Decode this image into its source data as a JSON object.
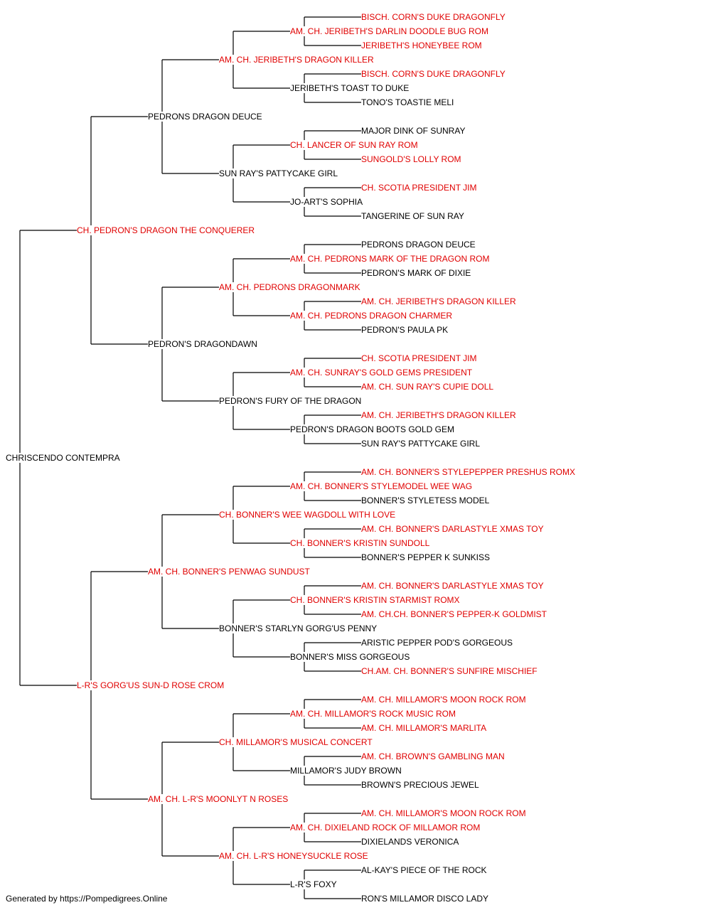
{
  "colors": {
    "titled": "#e00000",
    "plain": "#000000",
    "connector": "#000000"
  },
  "footer": "Generated by https://Pompedigrees.Online",
  "pedigree": {
    "name": "CHRISCENDO CONTEMPRA",
    "titled": false,
    "sire": {
      "name": "CH. PEDRON'S DRAGON THE CONQUERER",
      "titled": true,
      "sire": {
        "name": "PEDRONS DRAGON DEUCE",
        "titled": false,
        "sire": {
          "name": "AM. CH. JERIBETH'S DRAGON KILLER",
          "titled": true,
          "sire": {
            "name": "AM. CH. JERIBETH'S DARLIN DOODLE BUG ROM",
            "titled": true,
            "sire": {
              "name": "BISCH. CORN'S DUKE DRAGONFLY",
              "titled": true
            },
            "dam": {
              "name": "JERIBETH'S HONEYBEE ROM",
              "titled": true
            }
          },
          "dam": {
            "name": "JERIBETH'S TOAST TO DUKE",
            "titled": false,
            "sire": {
              "name": "BISCH. CORN'S DUKE DRAGONFLY",
              "titled": true
            },
            "dam": {
              "name": "TONO'S TOASTIE MELI",
              "titled": false
            }
          }
        },
        "dam": {
          "name": "SUN RAY'S PATTYCAKE GIRL",
          "titled": false,
          "sire": {
            "name": "CH. LANCER OF SUN RAY ROM",
            "titled": true,
            "sire": {
              "name": "MAJOR DINK OF SUNRAY",
              "titled": false
            },
            "dam": {
              "name": "SUNGOLD'S LOLLY ROM",
              "titled": true
            }
          },
          "dam": {
            "name": "JO-ART'S SOPHIA",
            "titled": false,
            "sire": {
              "name": "CH. SCOTIA PRESIDENT JIM",
              "titled": true
            },
            "dam": {
              "name": "TANGERINE OF SUN RAY",
              "titled": false
            }
          }
        }
      },
      "dam": {
        "name": "PEDRON'S DRAGONDAWN",
        "titled": false,
        "sire": {
          "name": "AM. CH. PEDRONS DRAGONMARK",
          "titled": true,
          "sire": {
            "name": "AM. CH. PEDRONS MARK OF THE DRAGON ROM",
            "titled": true,
            "sire": {
              "name": "PEDRONS DRAGON DEUCE",
              "titled": false
            },
            "dam": {
              "name": "PEDRON'S MARK OF DIXIE",
              "titled": false
            }
          },
          "dam": {
            "name": "AM. CH. PEDRONS DRAGON CHARMER",
            "titled": true,
            "sire": {
              "name": "AM. CH. JERIBETH'S DRAGON KILLER",
              "titled": true
            },
            "dam": {
              "name": "PEDRON'S PAULA PK",
              "titled": false
            }
          }
        },
        "dam": {
          "name": "PEDRON'S FURY OF THE DRAGON",
          "titled": false,
          "sire": {
            "name": "AM. CH. SUNRAY'S GOLD GEMS PRESIDENT",
            "titled": true,
            "sire": {
              "name": "CH. SCOTIA PRESIDENT JIM",
              "titled": true
            },
            "dam": {
              "name": "AM. CH. SUN RAY'S CUPIE DOLL",
              "titled": true
            }
          },
          "dam": {
            "name": "PEDRON'S DRAGON BOOTS GOLD GEM",
            "titled": false,
            "sire": {
              "name": "AM. CH. JERIBETH'S DRAGON KILLER",
              "titled": true
            },
            "dam": {
              "name": "SUN RAY'S PATTYCAKE GIRL",
              "titled": false
            }
          }
        }
      }
    },
    "dam": {
      "name": "L-R'S GORG'US SUN-D ROSE CROM",
      "titled": true,
      "sire": {
        "name": "AM. CH. BONNER'S PENWAG SUNDUST",
        "titled": true,
        "sire": {
          "name": "CH. BONNER'S WEE WAGDOLL WITH LOVE",
          "titled": true,
          "sire": {
            "name": "AM. CH. BONNER'S STYLEMODEL WEE WAG",
            "titled": true,
            "sire": {
              "name": "AM. CH. BONNER'S STYLEPEPPER PRESHUS ROMX",
              "titled": true
            },
            "dam": {
              "name": "BONNER'S STYLETESS MODEL",
              "titled": false
            }
          },
          "dam": {
            "name": "CH. BONNER'S KRISTIN SUNDOLL",
            "titled": true,
            "sire": {
              "name": "AM. CH. BONNER'S DARLASTYLE XMAS TOY",
              "titled": true
            },
            "dam": {
              "name": "BONNER'S PEPPER K SUNKISS",
              "titled": false
            }
          }
        },
        "dam": {
          "name": "BONNER'S STARLYN GORG'US PENNY",
          "titled": false,
          "sire": {
            "name": "CH. BONNER'S KRISTIN STARMIST ROMX",
            "titled": true,
            "sire": {
              "name": "AM. CH. BONNER'S DARLASTYLE XMAS TOY",
              "titled": true
            },
            "dam": {
              "name": "AM. CH.CH. BONNER'S PEPPER-K GOLDMIST",
              "titled": true
            }
          },
          "dam": {
            "name": "BONNER'S MISS GORGEOUS",
            "titled": false,
            "sire": {
              "name": "ARISTIC PEPPER POD'S GORGEOUS",
              "titled": false
            },
            "dam": {
              "name": "CH.AM. CH. BONNER'S SUNFIRE MISCHIEF",
              "titled": true
            }
          }
        }
      },
      "dam": {
        "name": "AM. CH. L-R'S MOONLYT N ROSES",
        "titled": true,
        "sire": {
          "name": "CH. MILLAMOR'S MUSICAL CONCERT",
          "titled": true,
          "sire": {
            "name": "AM. CH. MILLAMOR'S ROCK MUSIC ROM",
            "titled": true,
            "sire": {
              "name": "AM. CH. MILLAMOR'S MOON ROCK ROM",
              "titled": true
            },
            "dam": {
              "name": "AM. CH. MILLAMOR'S MARLITA",
              "titled": true
            }
          },
          "dam": {
            "name": "MILLAMOR'S JUDY BROWN",
            "titled": false,
            "sire": {
              "name": "AM. CH. BROWN'S GAMBLING MAN",
              "titled": true
            },
            "dam": {
              "name": "BROWN'S PRECIOUS JEWEL",
              "titled": false
            }
          }
        },
        "dam": {
          "name": "AM. CH. L-R'S HONEYSUCKLE ROSE",
          "titled": true,
          "sire": {
            "name": "AM. CH. DIXIELAND ROCK OF MILLAMOR ROM",
            "titled": true,
            "sire": {
              "name": "AM. CH. MILLAMOR'S MOON ROCK ROM",
              "titled": true
            },
            "dam": {
              "name": "DIXIELANDS VERONICA",
              "titled": false
            }
          },
          "dam": {
            "name": "L-R'S FOXY",
            "titled": false,
            "sire": {
              "name": "AL-KAY'S PIECE OF THE ROCK",
              "titled": false
            },
            "dam": {
              "name": "RON'S MILLAMOR DISCO LADY",
              "titled": false
            }
          }
        }
      }
    }
  }
}
